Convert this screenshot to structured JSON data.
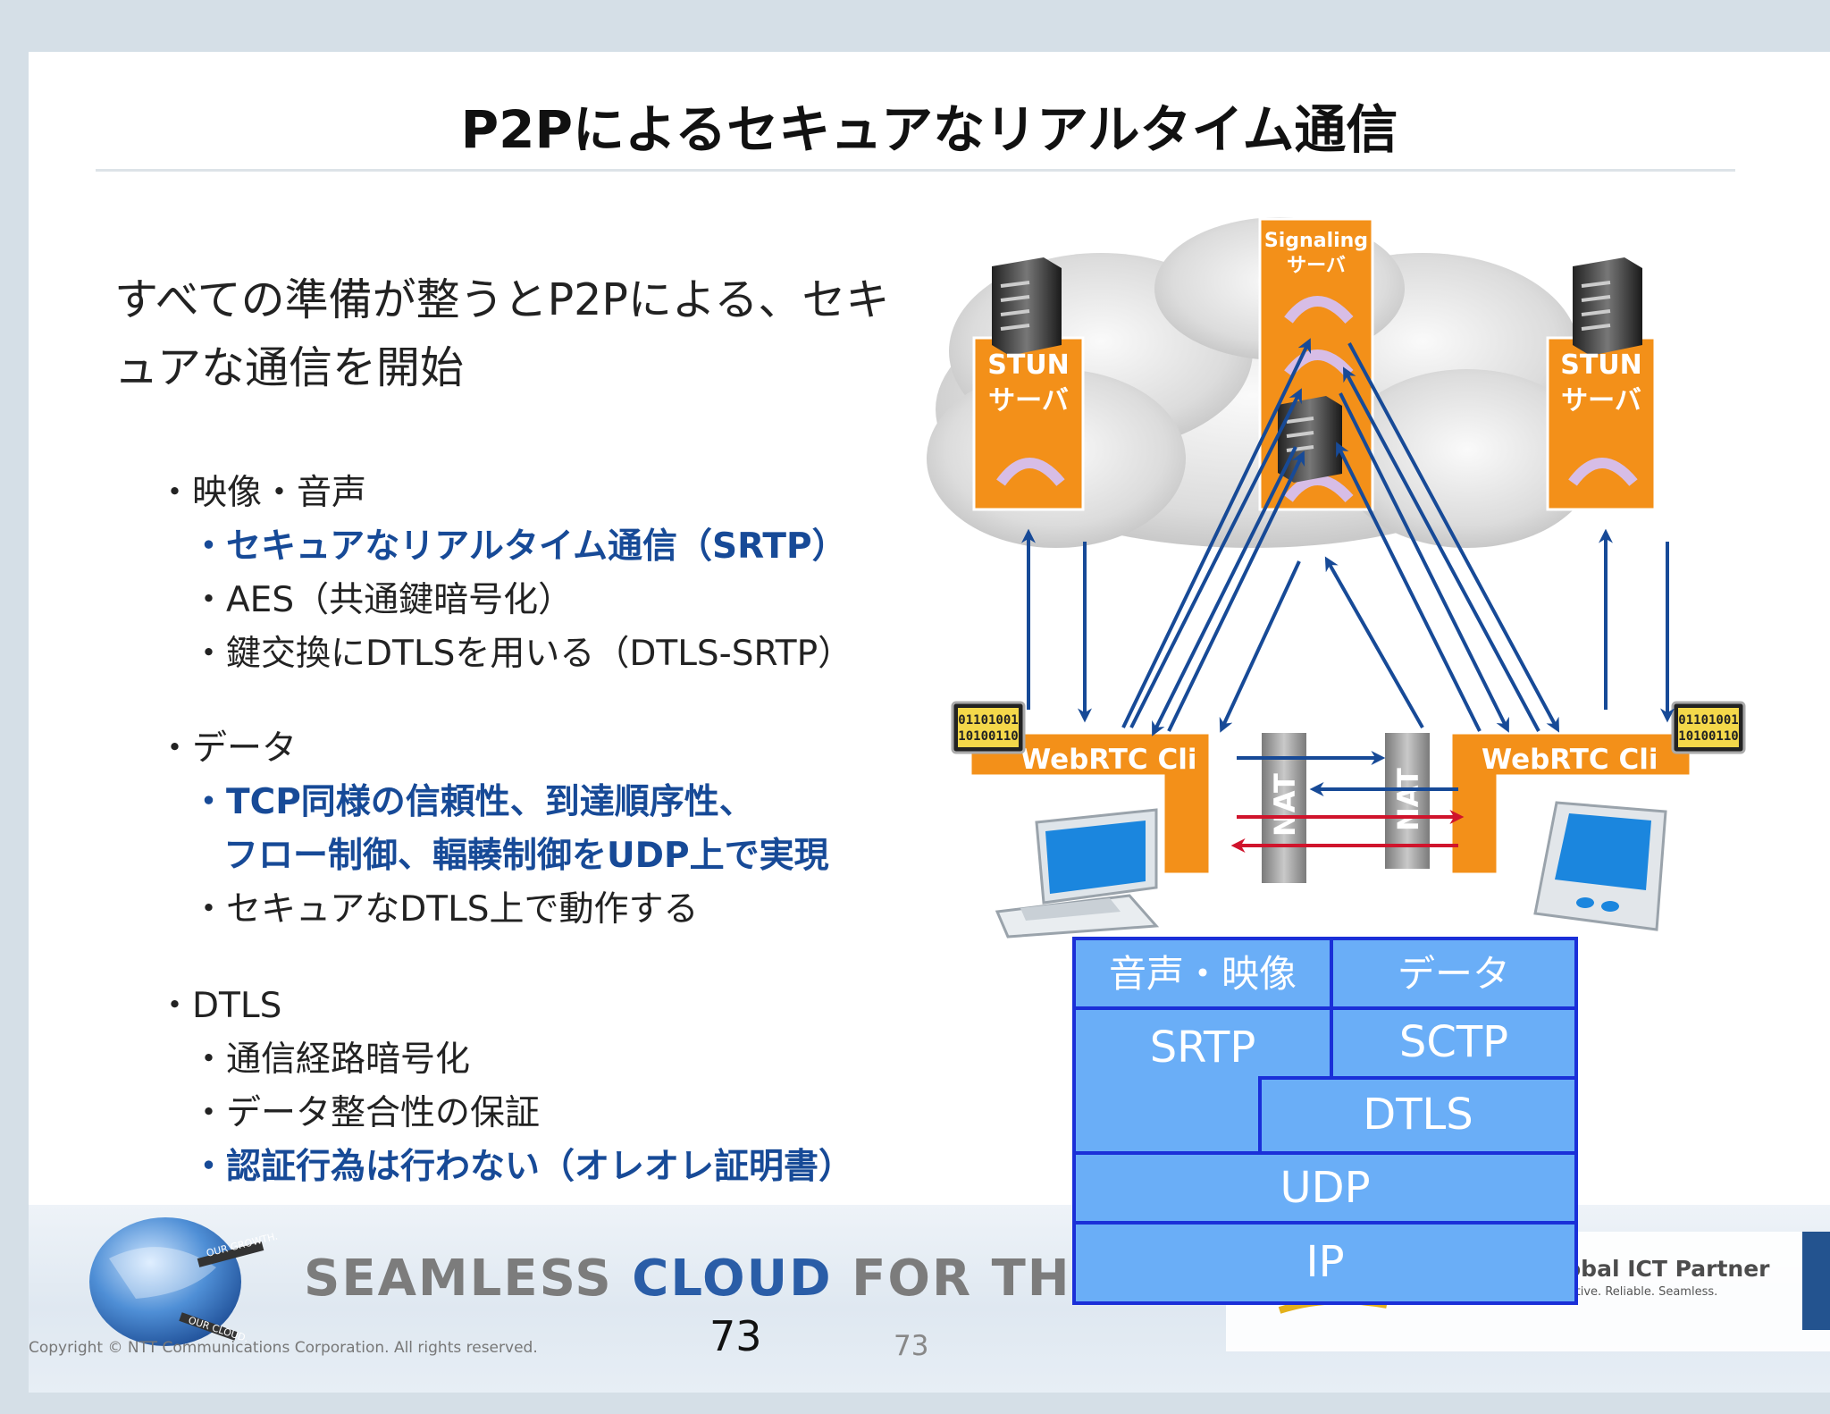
{
  "title": "P2Pによるセキュアなリアルタイム通信",
  "lead": "すべての準備が整うとP2Pによる、セキュアな通信を開始",
  "bullets": {
    "media": "・映像・音声",
    "srtp": "・セキュアなリアルタイム通信（SRTP）",
    "aes": "・AES（共通鍵暗号化）",
    "keyex": "・鍵交換にDTLSを用いる（DTLS-SRTP）",
    "data": "・データ",
    "tcp1": "・TCP同様の信頼性、到達順序性、",
    "tcp2": "フロー制御、輻輳制御をUDP上で実現",
    "secure": "・セキュアなDTLS上で動作する",
    "dtls": "・DTLS",
    "enc": "・通信経路暗号化",
    "integrity": "・データ整合性の保証",
    "noauth": "・認証行為は行わない（オレオレ証明書）"
  },
  "diagram": {
    "signaling_1": "Signaling",
    "signaling_2": "サーバ",
    "stun_1": "STUN",
    "stun_2": "サーバ",
    "client_left": "WebRTC Cli",
    "client_right": "WebRTC Cli",
    "nat": "NAT",
    "binary_1": "01101001",
    "binary_2": "10100110"
  },
  "stack": {
    "media": "音声・映像",
    "data": "データ",
    "srtp": "SRTP",
    "sctp": "SCTP",
    "dtls": "DTLS",
    "udp": "UDP",
    "ip": "IP"
  },
  "footer": {
    "seamless_a": "SEAMLESS ",
    "seamless_b": "CLOUD",
    "seamless_c": " FOR THE WC",
    "ict": "obal ICT Partner",
    "ict_sub": "vative. Reliable. Seamless.",
    "copyright": "Copyright © NTT Communications Corporation. All rights reserved.",
    "page_main": "73",
    "page_small": "73",
    "globe_1": "OUR GROWTH.",
    "globe_2": "OUR CLOUD."
  },
  "colors": {
    "orange": "#f39019",
    "arrow_blue": "#174a97",
    "arrow_red": "#d0142c",
    "stack_fill": "#6aaef7",
    "stack_border": "#1a2fd8",
    "text_blue": "#174a97"
  }
}
